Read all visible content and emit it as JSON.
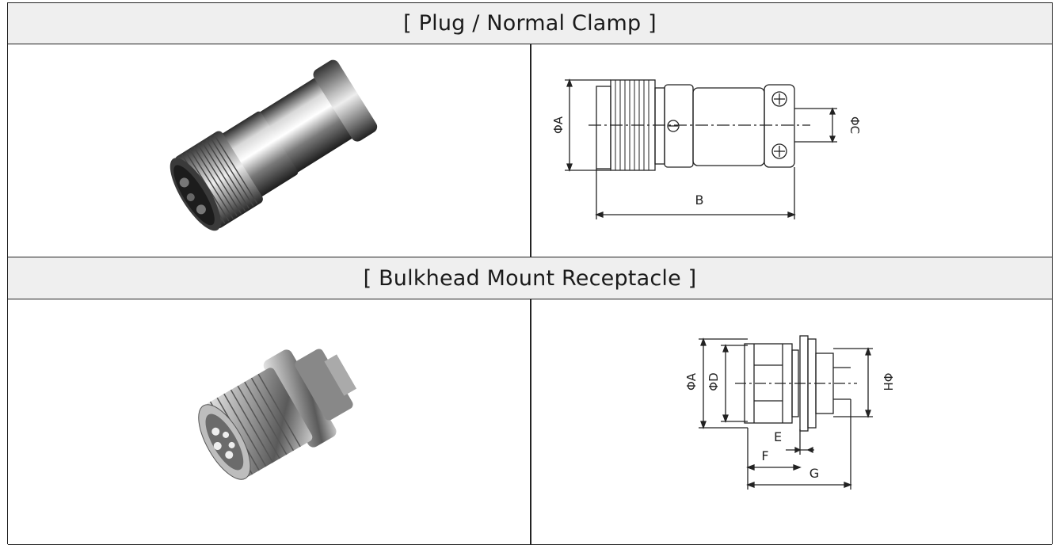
{
  "sections": [
    {
      "title": "[ Plug / Normal Clamp ]",
      "photo_icon": "plug-connector-photo",
      "drawing_icon": "plug-dimension-drawing",
      "drawing_labels": {
        "a": "ΦA",
        "b": "B",
        "c": "ΦC"
      }
    },
    {
      "title": "[ Bulkhead Mount Receptacle ]",
      "photo_icon": "receptacle-connector-photo",
      "drawing_icon": "receptacle-dimension-drawing",
      "drawing_labels": {
        "a": "ΦA",
        "d": "ΦD",
        "e": "E",
        "f": "F",
        "g": "G",
        "h": "ΦH"
      }
    }
  ]
}
